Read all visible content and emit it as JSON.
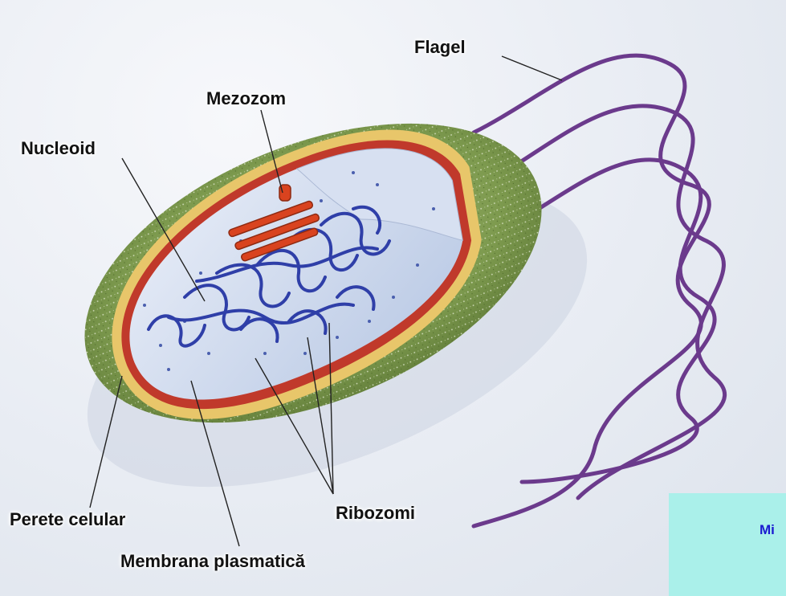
{
  "labels": {
    "flagel": "Flagel",
    "mezozom": "Mezozom",
    "nucleoid": "Nucleoid",
    "perete": "Perete celular",
    "membrana": "Membrana plasmatică",
    "ribozomi": "Ribozomi"
  },
  "note": {
    "text": "Mi"
  },
  "colors": {
    "cell_wall": "#7d9a4e",
    "membrane": "#c0392b",
    "cytoplasm": "#c9d6ec",
    "nucleoid": "#2f3fa8",
    "mesosome": "#d9431f",
    "flagellum": "#6b3a8c",
    "note_box": "#aaf0ea",
    "note_text": "#1a1ad0"
  }
}
